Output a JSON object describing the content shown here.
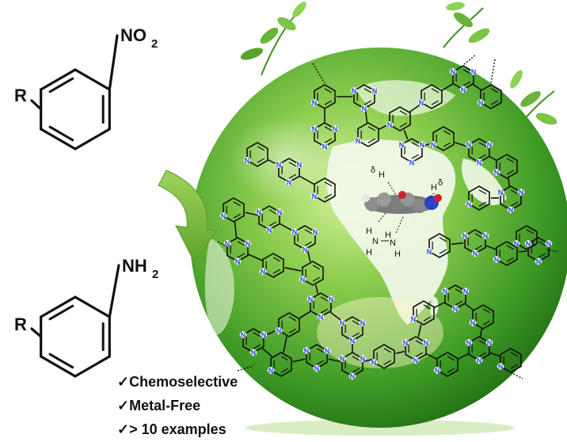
{
  "reactant": {
    "substituent": "R",
    "group": "NO",
    "group_subscript": "2"
  },
  "product": {
    "substituent": "R",
    "group": "NH",
    "group_subscript": "2"
  },
  "features": [
    {
      "check": "✓",
      "label": "Chemoselective"
    },
    {
      "check": "✓",
      "label": "Metal-Free"
    },
    {
      "check": "✓",
      "label": "> 10 examples"
    }
  ],
  "framework": {
    "atom_label": "N"
  },
  "interaction": {
    "delta_plus": "δ",
    "delta_minus": "δ",
    "hydrogen": "H",
    "nitrogen": "N"
  },
  "colors": {
    "globe_dark": "#2f8a1c",
    "globe_light": "#a9dc6a",
    "continent": "#f2f8ea",
    "nitrogen": "#1a3fd8",
    "arrow": "#7fbf3a"
  }
}
